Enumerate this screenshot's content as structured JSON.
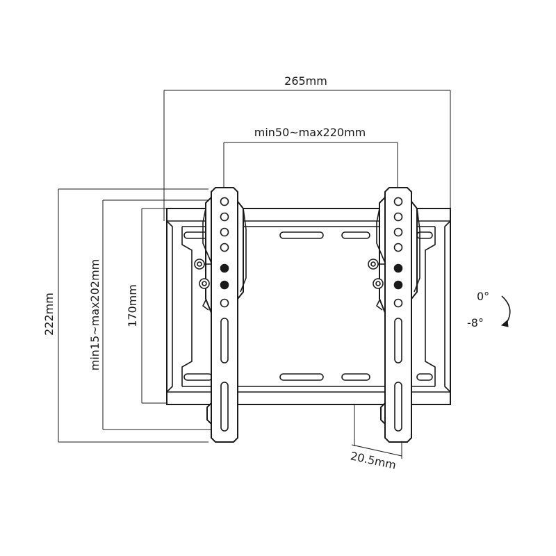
{
  "dimensions": {
    "overall_width": "265mm",
    "vesa_horizontal": "min50~max220mm",
    "overall_height": "222mm",
    "vesa_vertical": "min15~max202mm",
    "plate_height": "170mm",
    "wall_distance": "20.5mm"
  },
  "tilt": {
    "upper_angle": "0°",
    "lower_angle": "-8°"
  }
}
